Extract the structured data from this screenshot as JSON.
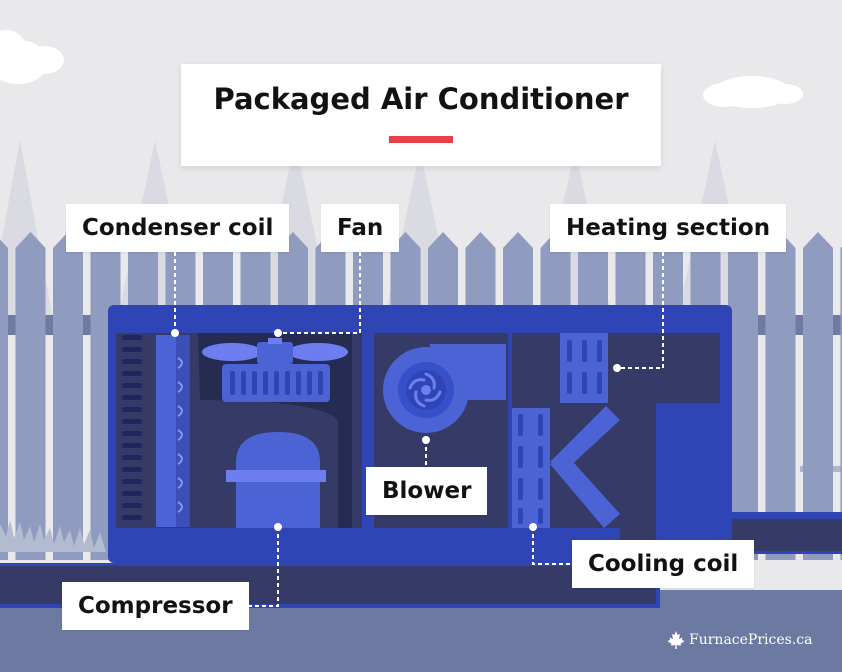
{
  "title": "Packaged Air Conditioner",
  "labels": {
    "condenser_coil": "Condenser coil",
    "fan": "Fan",
    "heating_section": "Heating section",
    "blower": "Blower",
    "compressor": "Compressor",
    "cooling_coil": "Cooling coil"
  },
  "brand": {
    "name": "FurnacePrices.ca",
    "icon": "maple-leaf-icon"
  },
  "colors": {
    "sky": "#e9e9ec",
    "fence": "#8f9bbf",
    "unit_body": "#2f45b5",
    "unit_interior": "#363a66",
    "component": "#4c63d6",
    "accent_bar": "#e5414b",
    "ground": "#6c7aa2"
  }
}
